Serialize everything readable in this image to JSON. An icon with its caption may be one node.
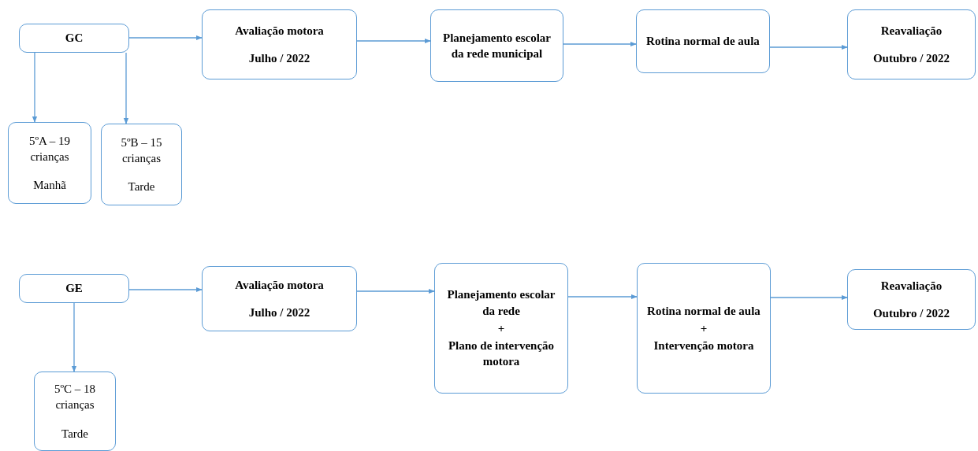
{
  "diagram": {
    "nodes": [
      {
        "text": [
          "GC"
        ]
      },
      {
        "text": [
          "Avaliação motora",
          "Julho / 2022"
        ]
      },
      {
        "text": [
          "Planejamento escolar da rede municipal"
        ]
      },
      {
        "text": [
          "Rotina normal de aula"
        ]
      },
      {
        "text": [
          "Reavaliação",
          "Outubro / 2022"
        ]
      },
      {
        "text": [
          "5ºA – 19 crianças",
          "Manhã"
        ]
      },
      {
        "text": [
          "5ºB – 15 crianças",
          "Tarde"
        ]
      },
      {
        "text": [
          "GE"
        ]
      },
      {
        "text": [
          "Avaliação motora",
          "Julho / 2022"
        ]
      },
      {
        "text": [
          "Planejamento escolar da rede",
          "+",
          "Plano de intervenção motora"
        ]
      },
      {
        "text": [
          "Rotina normal de aula",
          "+",
          "Intervenção motora"
        ]
      },
      {
        "text": [
          "Reavaliação",
          "Outubro / 2022"
        ]
      },
      {
        "text": [
          "5ºC – 18 crianças",
          "Tarde"
        ]
      }
    ],
    "edges": [
      {
        "from": 0,
        "to": 1,
        "arrow": "to"
      },
      {
        "from": 1,
        "to": 2,
        "arrow": "to"
      },
      {
        "from": 2,
        "to": 3,
        "arrow": "to"
      },
      {
        "from": 3,
        "to": 4,
        "arrow": "to"
      },
      {
        "from": 0,
        "to": 5,
        "arrow": "to"
      },
      {
        "from": 0,
        "to": 6,
        "arrow": "to"
      },
      {
        "from": 7,
        "to": 8,
        "arrow": "to"
      },
      {
        "from": 8,
        "to": 9,
        "arrow": "to"
      },
      {
        "from": 9,
        "to": 10,
        "arrow": "to"
      },
      {
        "from": 10,
        "to": 11,
        "arrow": "to"
      },
      {
        "from": 7,
        "to": 12,
        "arrow": "to"
      }
    ]
  }
}
